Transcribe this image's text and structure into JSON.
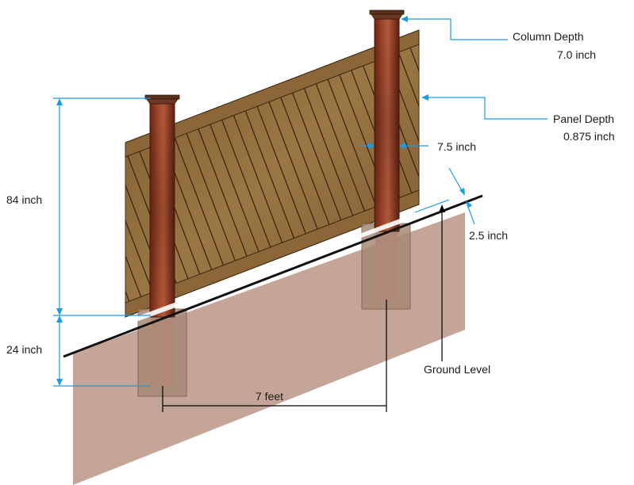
{
  "diagram": {
    "labels": {
      "column_depth_title": "Column Depth",
      "column_depth_value": "7.0 inch",
      "panel_depth_title": "Panel Depth",
      "panel_depth_value": "0.875 inch",
      "post_width": "7.5 inch",
      "panel_gap": "2.5 inch",
      "post_height": "84 inch",
      "footing_depth": "24 inch",
      "post_spacing": "7 feet",
      "ground": "Ground Level"
    },
    "colors": {
      "dimension_line": "#1b9be6",
      "soil": "#c4a597",
      "panel_wood": "#8f6c3f",
      "post_wood": "#8e3a22",
      "footing": "#a78977"
    }
  }
}
